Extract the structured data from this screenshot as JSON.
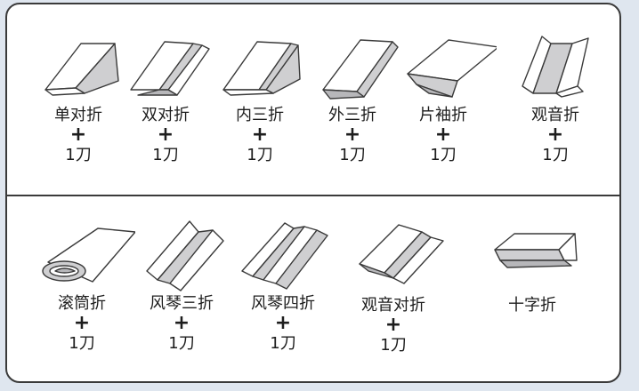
{
  "folds": [
    {
      "label": "单对折",
      "plus": "+",
      "cut": "1刀",
      "icon": "single-fold-icon"
    },
    {
      "label": "双对折",
      "plus": "+",
      "cut": "1刀",
      "icon": "double-fold-icon"
    },
    {
      "label": "内三折",
      "plus": "+",
      "cut": "1刀",
      "icon": "inner-tri-fold-icon"
    },
    {
      "label": "外三折",
      "plus": "+",
      "cut": "1刀",
      "icon": "outer-tri-fold-icon"
    },
    {
      "label": "片袖折",
      "plus": "+",
      "cut": "1刀",
      "icon": "sleeve-fold-icon"
    },
    {
      "label": "观音折",
      "plus": "+",
      "cut": "1刀",
      "icon": "gate-fold-icon"
    },
    {
      "label": "滚筒折",
      "plus": "+",
      "cut": "1刀",
      "icon": "roll-fold-icon"
    },
    {
      "label": "风琴三折",
      "plus": "+",
      "cut": "1刀",
      "icon": "accordion-three-fold-icon"
    },
    {
      "label": "风琴四折",
      "plus": "+",
      "cut": "1刀",
      "icon": "accordion-four-fold-icon"
    },
    {
      "label": "观音对折",
      "plus": "+",
      "cut": "1刀",
      "icon": "double-gate-fold-icon"
    },
    {
      "label": "十字折",
      "icon": "cross-fold-icon"
    }
  ]
}
